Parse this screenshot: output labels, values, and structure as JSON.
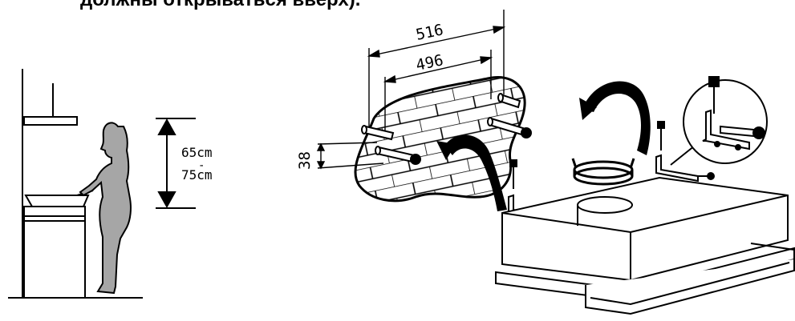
{
  "heading": "должны открываться вверх).",
  "mount_height": {
    "min_label": "65cm",
    "separator": "-",
    "max_label": "75cm"
  },
  "bracket_dimensions": {
    "outer_width": "516",
    "inner_width": "496",
    "vertical_gap": "38"
  },
  "colors": {
    "line": "#000000",
    "figure_fill": "#a6a6a6",
    "background": "#ffffff"
  }
}
